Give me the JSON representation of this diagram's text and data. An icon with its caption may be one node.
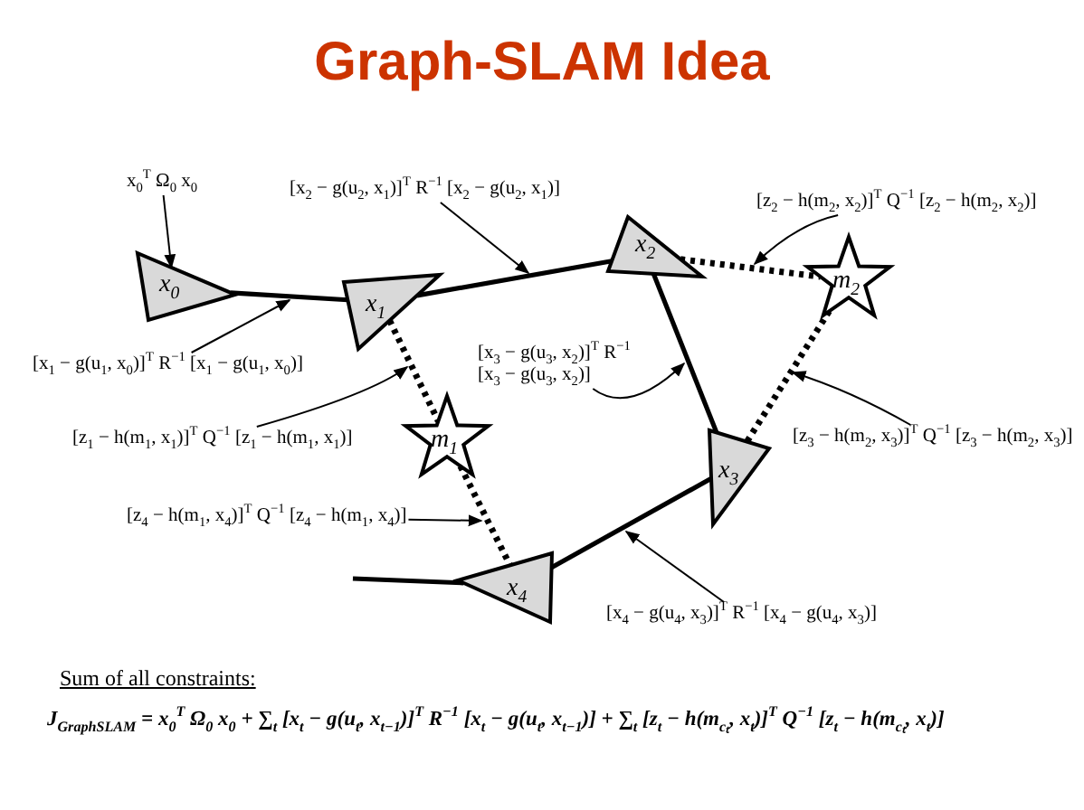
{
  "diagram": {
    "title": "Graph-SLAM Idea",
    "nodes": [
      {
        "text": [
          "x$_{0}$"
        ]
      },
      {
        "text": [
          "x$_{1}$"
        ]
      },
      {
        "text": [
          "x$_{2}$"
        ]
      },
      {
        "text": [
          "x$_{3}$"
        ]
      },
      {
        "text": [
          "x$_{4}$"
        ]
      },
      {
        "text": [
          "m$_{1}$"
        ]
      },
      {
        "text": [
          "m$_{2}$"
        ]
      },
      {
        "text": [
          "x$_{0}$$^{T}$ Ω$_{0}$ x$_{0}$"
        ]
      },
      {
        "text": [
          "[x$_{2}$ − g(u$_{2}$, x$_{1}$)]$^{T}$ R$^{−1}$ [x$_{2}$ − g(u$_{2}$, x$_{1}$)]"
        ]
      },
      {
        "text": [
          "[z$_{2}$ − h(m$_{2}$, x$_{2}$)]$^{T}$ Q$^{−1}$ [z$_{2}$ − h(m$_{2}$, x$_{2}$)]"
        ]
      },
      {
        "text": [
          "[x$_{1}$ − g(u$_{1}$, x$_{0}$)]$^{T}$ R$^{−1}$ [x$_{1}$ − g(u$_{1}$, x$_{0}$)]"
        ]
      },
      {
        "text": [
          "[x$_{3}$ − g(u$_{3}$, x$_{2}$)]$^{T}$ R$^{−1}$ [x$_{3}$ − g(u$_{3}$, x$_{2}$)]"
        ]
      },
      {
        "text": [
          "[z$_{1}$ − h(m$_{1}$, x$_{1}$)]$^{T}$ Q$^{−1}$ [z$_{1}$ − h(m$_{1}$, x$_{1}$)]"
        ]
      },
      {
        "text": [
          "[z$_{3}$ − h(m$_{2}$, x$_{3}$)]$^{T}$ Q$^{−1}$ [z$_{3}$ − h(m$_{2}$, x$_{3}$)]"
        ]
      },
      {
        "text": [
          "[z$_{4}$ − h(m$_{1}$, x$_{4}$)]$^{T}$ Q$^{−1}$ [z$_{4}$ − h(m$_{1}$, x$_{4}$)]"
        ]
      },
      {
        "text": [
          "[x$_{4}$ − g(u$_{4}$, x$_{3}$)]$^{T}$ R$^{−1}$ [x$_{4}$ − g(u$_{4}$, x$_{3}$)]"
        ]
      }
    ],
    "edges": [
      {
        "from": 0,
        "to": 1,
        "arrow": "none",
        "style": "thick"
      },
      {
        "from": 1,
        "to": 2,
        "arrow": "none",
        "style": "thick"
      },
      {
        "from": 2,
        "to": 3,
        "arrow": "none",
        "style": "thick"
      },
      {
        "from": 3,
        "to": 4,
        "arrow": "none",
        "style": "thick"
      },
      {
        "from": null,
        "to": 4,
        "arrow": "none",
        "style": "thick"
      },
      {
        "from": 1,
        "to": 5,
        "arrow": "none",
        "style": "dashed"
      },
      {
        "from": 5,
        "to": 4,
        "arrow": "none",
        "style": "dashed"
      },
      {
        "from": 2,
        "to": 6,
        "arrow": "none",
        "style": "dashed"
      },
      {
        "from": 6,
        "to": 3,
        "arrow": "none",
        "style": "dashed"
      },
      {
        "from": 7,
        "to": 0,
        "arrow": "to"
      },
      {
        "from": 8,
        "to": null,
        "arrow": "to"
      },
      {
        "from": 9,
        "to": null,
        "arrow": "to"
      },
      {
        "from": 10,
        "to": null,
        "arrow": "to"
      },
      {
        "from": 11,
        "to": null,
        "arrow": "to"
      },
      {
        "from": 12,
        "to": null,
        "arrow": "to"
      },
      {
        "from": 13,
        "to": null,
        "arrow": "to"
      },
      {
        "from": 14,
        "to": null,
        "arrow": "to"
      },
      {
        "from": 15,
        "to": null,
        "arrow": "to"
      }
    ],
    "labels": [
      "Sum of all constraints:",
      "J$_{GraphSLAM}$ = x$_{0}$$^{T}$ Ω$_{0}$ x$_{0}$ + ∑$_{t}$ [x$_{t}$ − g(u$_{t}$, x$_{t−1}$)]$^{T}$ R$^{−1}$ [x$_{t}$ − g(u$_{t}$, x$_{t−1}$)] + ∑$_{t}$ [z$_{t}$ − h(m$_{cₜ}$, x$_{t}$)]$^{T}$ Q$^{−1}$ [z$_{t}$ − h(m$_{cₜ}$, x$_{t}$)]"
    ]
  }
}
